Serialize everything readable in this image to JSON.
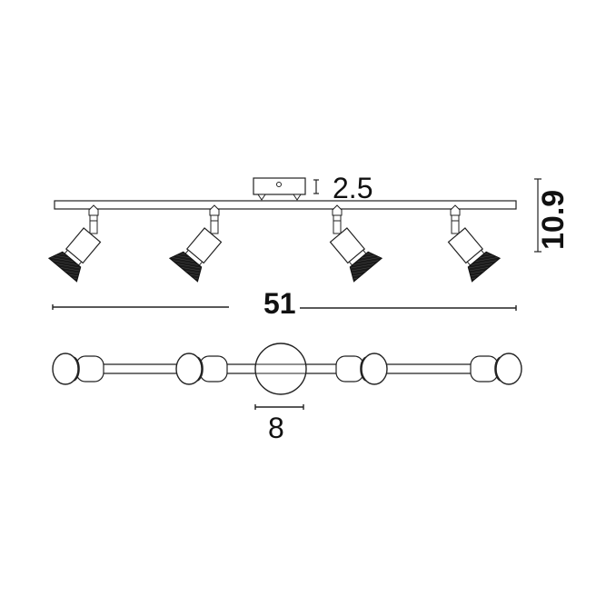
{
  "diagram": {
    "title": "4-light ceiling spotlight bar dimension drawing",
    "views": [
      "side-elevation",
      "top-plan"
    ],
    "spot_count": 4,
    "dimensions": {
      "canopy_height": "2.5",
      "total_height": "10.9",
      "total_length": "51",
      "canopy_diameter": "8"
    },
    "colors": {
      "line": "#222222",
      "fill_dark": "#1a1a1a",
      "background": "#ffffff"
    }
  }
}
